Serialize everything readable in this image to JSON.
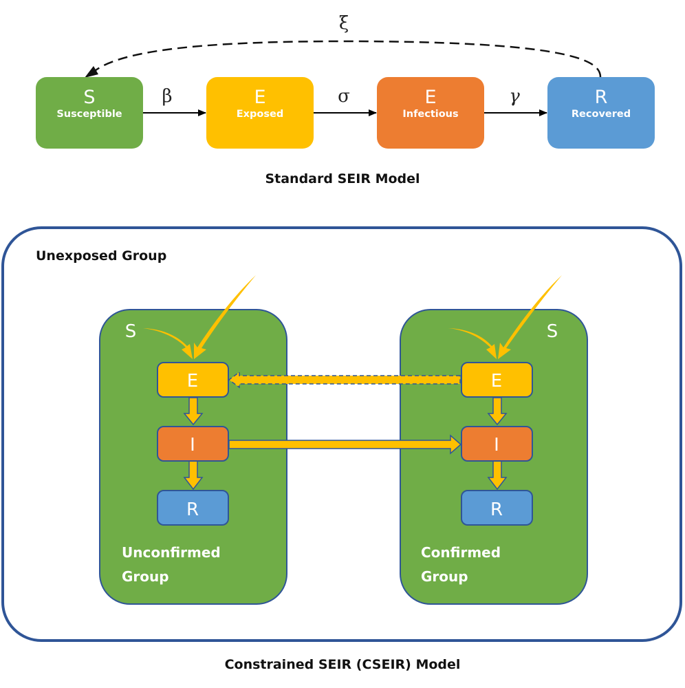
{
  "standard_model": {
    "caption": "Standard SEIR Model",
    "nodes": [
      {
        "letter": "S",
        "label": "Susceptible",
        "color": "#70AD47"
      },
      {
        "letter": "E",
        "label": "Exposed",
        "color": "#FFC000"
      },
      {
        "letter": "E",
        "label": "Infectious",
        "color": "#ED7D31"
      },
      {
        "letter": "R",
        "label": "Recovered",
        "color": "#5B9BD5"
      }
    ],
    "transitions": [
      {
        "from": "Susceptible",
        "to": "Exposed",
        "symbol": "β"
      },
      {
        "from": "Exposed",
        "to": "Infectious",
        "symbol": "σ"
      },
      {
        "from": "Infectious",
        "to": "Recovered",
        "symbol": "γ"
      },
      {
        "from": "Recovered",
        "to": "Susceptible",
        "symbol": "ξ",
        "style": "dashed"
      }
    ]
  },
  "constrained_model": {
    "caption": "Constrained SEIR (CSEIR) Model",
    "outer_group_label": "Unexposed Group",
    "outer_border_color": "#2F5597",
    "groups": [
      {
        "label_line1": "Unconfirmed",
        "label_line2": "Group",
        "s_label": "S",
        "nodes": [
          "E",
          "I",
          "R"
        ],
        "color": "#70AD47"
      },
      {
        "label_line1": "Confirmed",
        "label_line2": "Group",
        "s_label": "S",
        "nodes": [
          "E",
          "I",
          "R"
        ],
        "color": "#70AD47"
      }
    ],
    "cross_links": [
      {
        "from": "Confirmed E",
        "to": "Unconfirmed E",
        "style": "dashed"
      },
      {
        "from": "Unconfirmed I",
        "to": "Confirmed I",
        "style": "solid"
      }
    ],
    "arrow_color": "#FFC000",
    "node_colors": {
      "E": "#FFC000",
      "I": "#ED7D31",
      "R": "#5B9BD5"
    }
  }
}
